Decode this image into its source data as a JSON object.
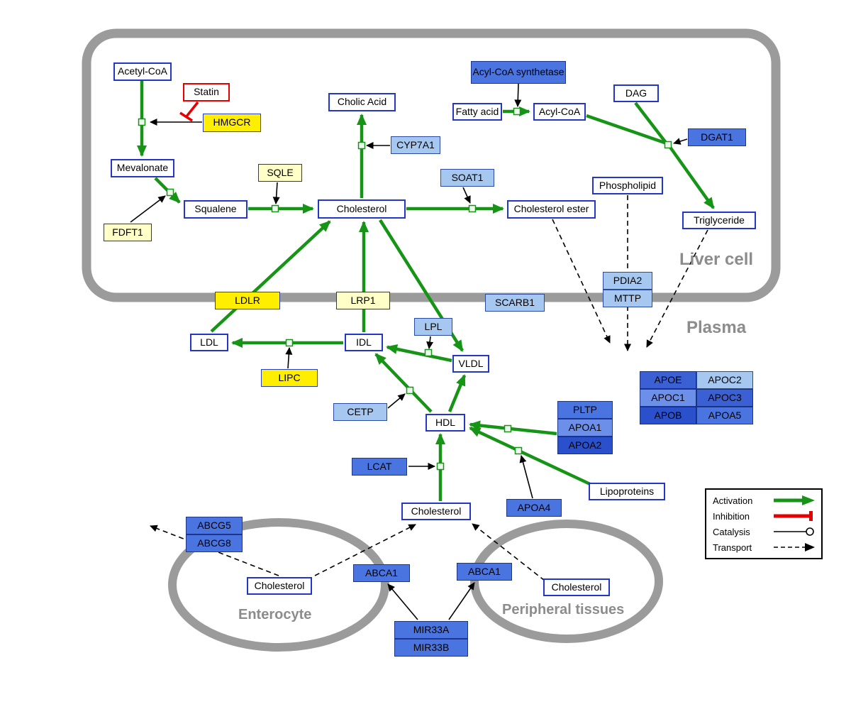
{
  "nodes": {
    "acetyl_coa": "Acetyl-CoA",
    "statin": "Statin",
    "hmgcr": "HMGCR",
    "mevalonate": "Mevalonate",
    "fdft1": "FDFT1",
    "squalene": "Squalene",
    "sqle": "SQLE",
    "cholesterol_liver": "Cholesterol",
    "cholic_acid": "Cholic Acid",
    "cyp7a1": "CYP7A1",
    "soat1": "SOAT1",
    "cholesterol_ester": "Cholesterol ester",
    "acyl_coa_synthetase": "Acyl-CoA synthetase",
    "fatty_acid": "Fatty acid",
    "acyl_coa": "Acyl-CoA",
    "dag": "DAG",
    "dgat1": "DGAT1",
    "phospholipid": "Phospholipid",
    "triglyceride": "Triglyceride",
    "pdia2": "PDIA2",
    "mttp": "MTTP",
    "ldlr": "LDLR",
    "lrp1": "LRP1",
    "scarb1": "SCARB1",
    "ldl": "LDL",
    "idl": "IDL",
    "lpl": "LPL",
    "vldl": "VLDL",
    "lipc": "LIPC",
    "cetp": "CETP",
    "hdl": "HDL",
    "pltp": "PLTP",
    "apoa1": "APOA1",
    "apoa2": "APOA2",
    "apoe": "APOE",
    "apoc2": "APOC2",
    "apoc1": "APOC1",
    "apoc3": "APOC3",
    "apob": "APOB",
    "apoa5": "APOA5",
    "lcat": "LCAT",
    "apoa4": "APOA4",
    "lipoproteins": "Lipoproteins",
    "cholesterol_plasma": "Cholesterol",
    "abcg5": "ABCG5",
    "abcg8": "ABCG8",
    "cholesterol_enterocyte": "Cholesterol",
    "abca1_enterocyte": "ABCA1",
    "abca1_peripheral": "ABCA1",
    "mir33a": "MIR33A",
    "mir33b": "MIR33B",
    "cholesterol_peripheral": "Cholesterol"
  },
  "regions": {
    "liver_cell": "Liver cell",
    "plasma": "Plasma",
    "enterocyte": "Enterocyte",
    "peripheral_tissues": "Peripheral tissues"
  },
  "legend": {
    "items": [
      {
        "label": "Activation",
        "type": "activation"
      },
      {
        "label": "Inhibition",
        "type": "inhibition"
      },
      {
        "label": "Catalysis",
        "type": "catalysis"
      },
      {
        "label": "Transport",
        "type": "transport"
      }
    ]
  },
  "colors": {
    "activation": "#159415",
    "inhibition": "#e80000",
    "catalysis": "#000000",
    "transport": "#000000",
    "membrane": "#9b9b9b",
    "metabolite_border": "#2236c8",
    "gene_yellow": "#ffee00",
    "gene_pale_yellow": "#ffffc8",
    "gene_light_blue": "#a6c8f0",
    "gene_blue": "#4a74e0"
  }
}
